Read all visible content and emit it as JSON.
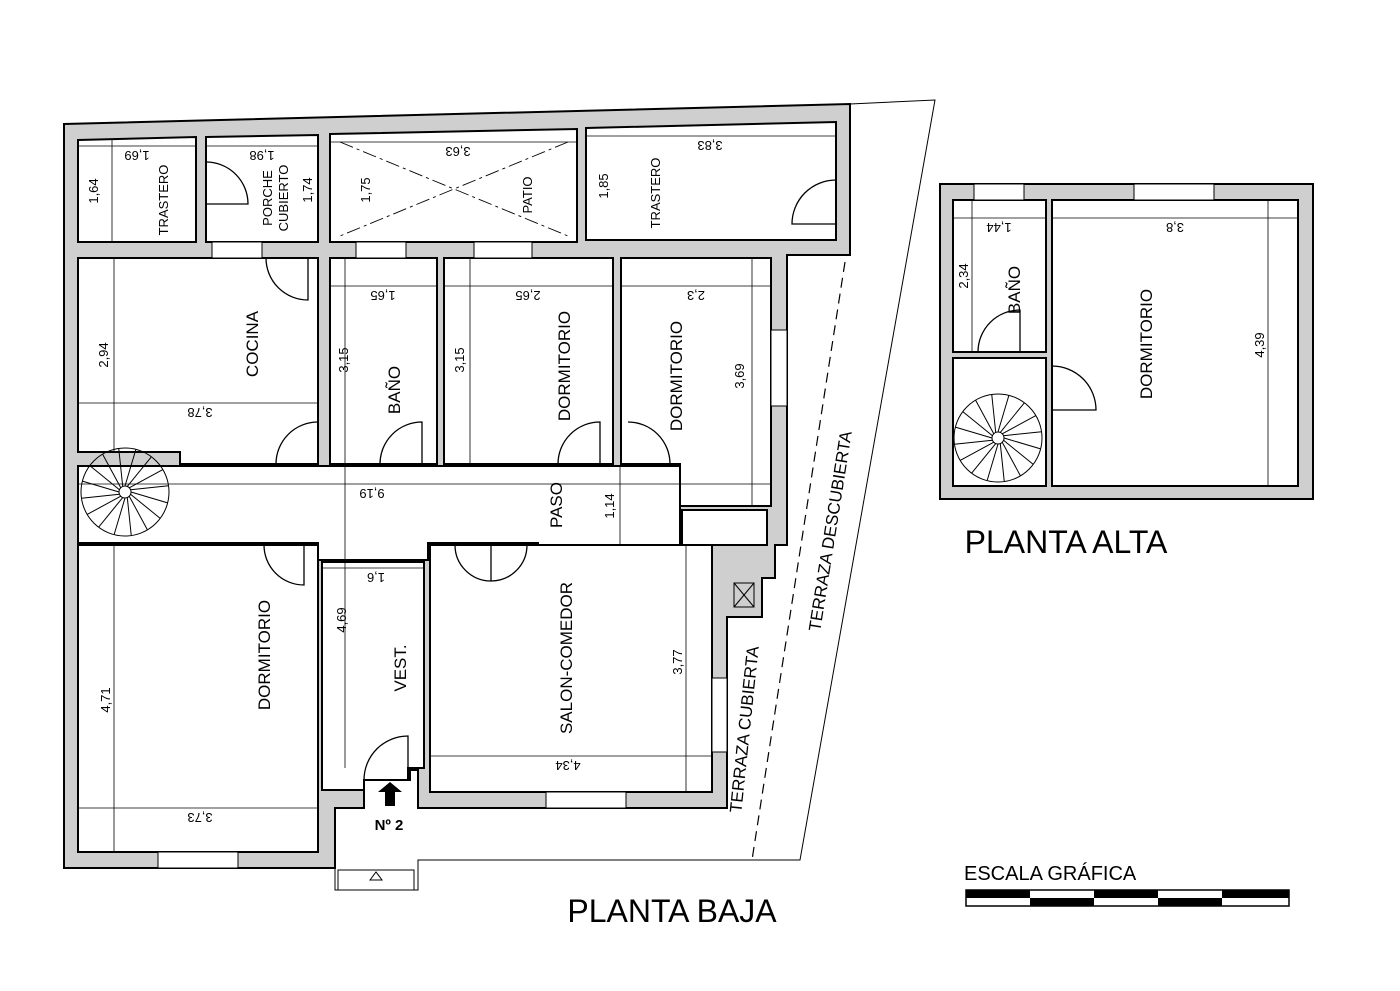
{
  "titles": {
    "ground_floor": "PLANTA BAJA",
    "upper_floor": "PLANTA ALTA",
    "scale": "ESCALA GRÁFICA",
    "entrance": "Nº 2"
  },
  "rooms": {
    "trastero_left": "TRASTERO",
    "porche": "PORCHE",
    "cubierto": "CUBIERTO",
    "patio": "PATIO",
    "trastero_right": "TRASTERO",
    "cocina": "COCINA",
    "bano_ground": "BAÑO",
    "dormitorio_mid": "DORMITORIO",
    "dormitorio_right": "DORMITORIO",
    "paso": "PASO",
    "dormitorio_bottom": "DORMITORIO",
    "vestibulo": "VEST.",
    "salon": "SALON-COMEDOR",
    "terraza_cubierta": "TERRAZA CUBIERTA",
    "terraza_descubierta": "TERRAZA DESCUBIERTA",
    "bano_upper": "BAÑO",
    "dormitorio_upper": "DORMITORIO"
  },
  "dimensions": {
    "trastero_left_w": "1,69",
    "trastero_left_h": "1,64",
    "porche_w": "1,98",
    "porche_h": "1,74",
    "patio_w": "3,63",
    "patio_h": "1,75",
    "trastero_right_w": "3,83",
    "trastero_right_h": "1,85",
    "cocina_w": "3,78",
    "cocina_h": "2,94",
    "bano_w": "1,65",
    "bano_h": "3,15",
    "dorm_mid_w": "2,65",
    "dorm_mid_h": "3,15",
    "dorm_right_w": "2,3",
    "dorm_right_h": "3,69",
    "paso_w": "9,19",
    "paso_h": "1,14",
    "vest_w": "1,6",
    "vest_h": "4,69",
    "dorm_bottom_w": "3,73",
    "dorm_bottom_h": "4,71",
    "salon_w": "4,34",
    "salon_h": "3,77",
    "upper_bano_w": "1,44",
    "upper_bano_h": "2,34",
    "upper_dorm_w": "3,8",
    "upper_dorm_h": "4,39"
  }
}
